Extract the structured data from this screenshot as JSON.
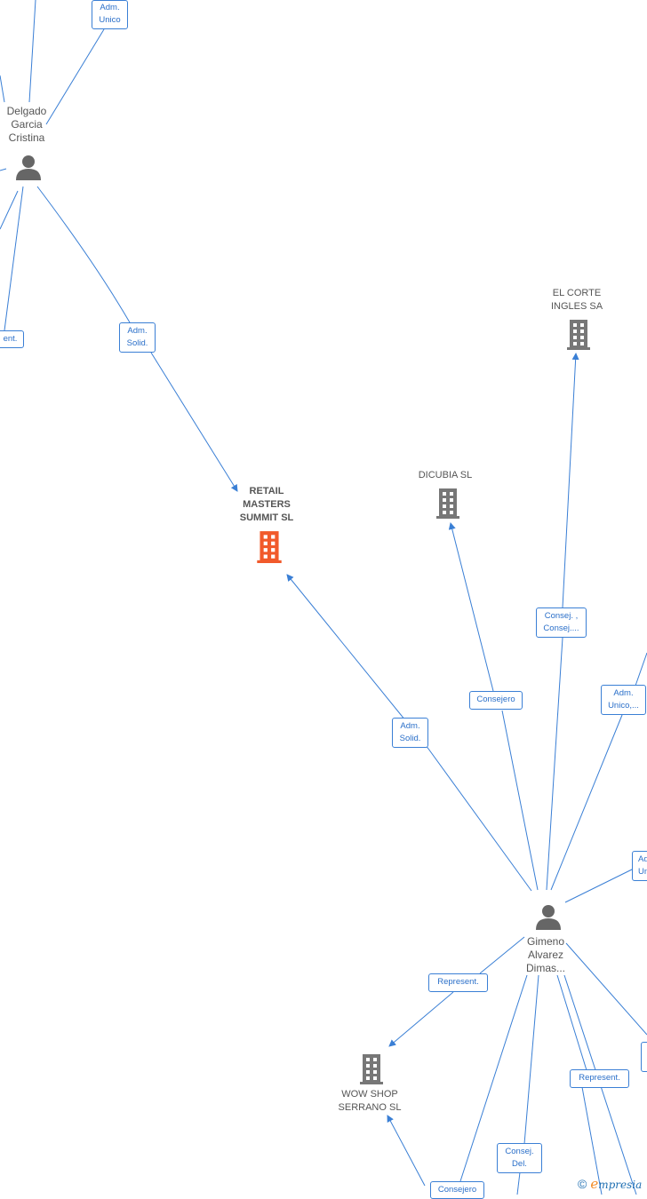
{
  "colors": {
    "edge": "#3a7fd5",
    "person_icon": "#666666",
    "company_icon": "#777777",
    "target_icon": "#f15a2b"
  },
  "nodes": {
    "delgado": {
      "label": "Delgado\nGarcia\nCristina"
    },
    "elcorte": {
      "label": "EL CORTE\nINGLES SA"
    },
    "dicubia": {
      "label": "DICUBIA  SL"
    },
    "retail": {
      "label": "RETAIL\nMASTERS\nSUMMIT  SL"
    },
    "gimeno": {
      "label": "Gimeno\nAlvarez\nDimas..."
    },
    "wowshop": {
      "label": "WOW SHOP\nSERRANO  SL"
    }
  },
  "edge_labels": {
    "adm_unico_top": "Adm.\nUnico",
    "represent_left": "ent.",
    "adm_solid_1": "Adm.\nSolid.",
    "consej_consej": "Consej. ,\nConsej....",
    "consejero_1": "Consejero",
    "adm_unico_2": "Adm.\nUnico,...",
    "adm_solid_2": "Adm.\nSolid.",
    "adm_un_right": "Ad\nUn",
    "represent_1": "Represent.",
    "represent_2": "Represent.",
    "consej_del": "Consej.\nDel.",
    "consejero_2": "Consejero"
  },
  "brand": {
    "copyright": "©",
    "e": "e",
    "name": "mpresia"
  }
}
